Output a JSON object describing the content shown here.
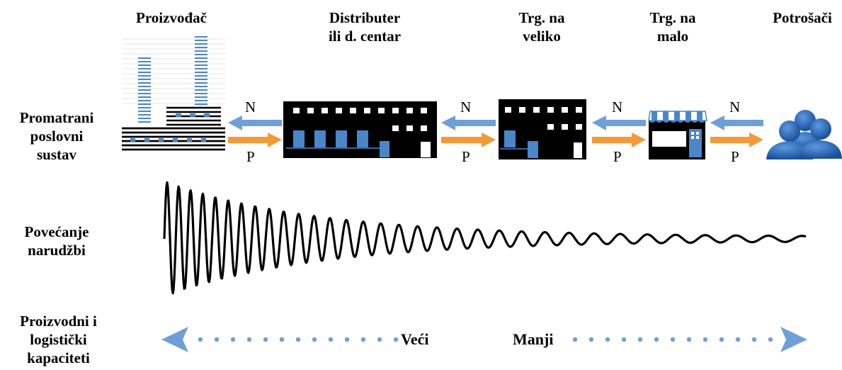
{
  "stages": [
    {
      "line1": "Proizvođač",
      "line2": ""
    },
    {
      "line1": "Distributer",
      "line2": "ili d. centar"
    },
    {
      "line1": "Trg. na",
      "line2": "veliko"
    },
    {
      "line1": "Trg. na",
      "line2": "malo"
    },
    {
      "line1": "Potrošači",
      "line2": ""
    }
  ],
  "rows": {
    "system": [
      "Promatrani",
      "poslovni",
      "sustav"
    ],
    "orders": [
      "Povećanje",
      "narudžbi"
    ],
    "capacity": [
      "Proizvodni i",
      "logistički",
      "kapaciteti"
    ]
  },
  "arrow_labels": {
    "order": "N",
    "product": "P"
  },
  "scale": {
    "left": "Veći",
    "right": "Manji"
  },
  "colors": {
    "order_arrow": "#6f9fd8",
    "product_arrow": "#f29a3a",
    "building": "#000000",
    "window_blue": "#4a86c8"
  },
  "icons": [
    "factory-icon",
    "distributor-building-icon",
    "wholesale-building-icon",
    "retail-store-icon",
    "consumers-icon"
  ]
}
